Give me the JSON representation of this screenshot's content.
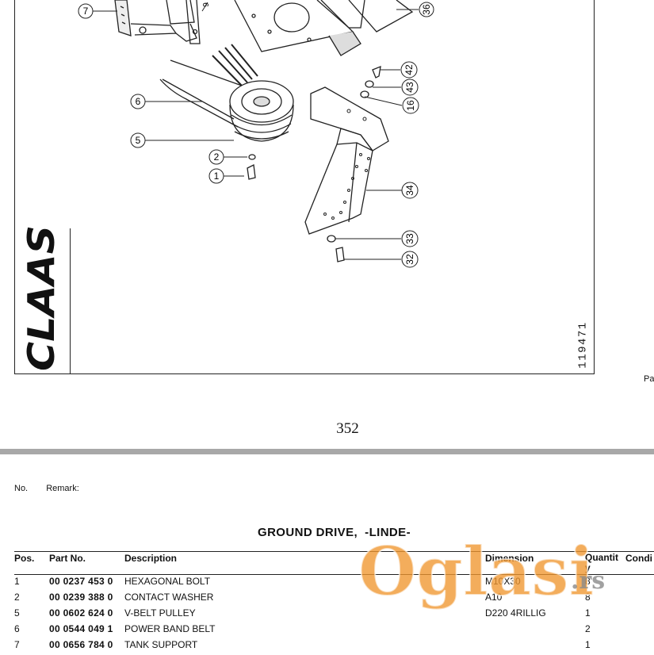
{
  "drawing": {
    "callouts": [
      "7",
      "36",
      "6",
      "5",
      "2",
      "1",
      "42",
      "43",
      "16",
      "34",
      "33",
      "32",
      "9"
    ],
    "brand": "CLAAS",
    "drawing_number": "119471",
    "cut_text": "Pa"
  },
  "page_number": "352",
  "remark_bar": {
    "no_label": "No.",
    "remark_label": "Remark:"
  },
  "section_title": "GROUND DRIVE,  -LINDE-",
  "table": {
    "headers": {
      "pos": "Pos.",
      "part_no": "Part No.",
      "description": "Description",
      "dimension": "Dimension",
      "quantity": "Quantity",
      "condition": "Condi"
    },
    "rows": [
      {
        "pos": "1",
        "part_no": "00 0237 453 0",
        "description": "HEXAGONAL BOLT",
        "dimension": "M10X30",
        "quantity": "8"
      },
      {
        "pos": "2",
        "part_no": "00 0239 388 0",
        "description": "CONTACT WASHER",
        "dimension": "A10",
        "quantity": "8"
      },
      {
        "pos": "5",
        "part_no": "00 0602 624 0",
        "description": "V-BELT PULLEY",
        "dimension": "D220 4RILLIG",
        "quantity": "1"
      },
      {
        "pos": "6",
        "part_no": "00 0544 049 1",
        "description": "POWER BAND BELT",
        "dimension": "",
        "quantity": "2"
      },
      {
        "pos": "7",
        "part_no": "00 0656 784 0",
        "description": "TANK SUPPORT",
        "dimension": "",
        "quantity": "1"
      }
    ]
  },
  "watermark": {
    "brand": "Oglasi",
    "tld": ".rs",
    "orange": "#f0962e",
    "grey": "#8a8a8a"
  }
}
